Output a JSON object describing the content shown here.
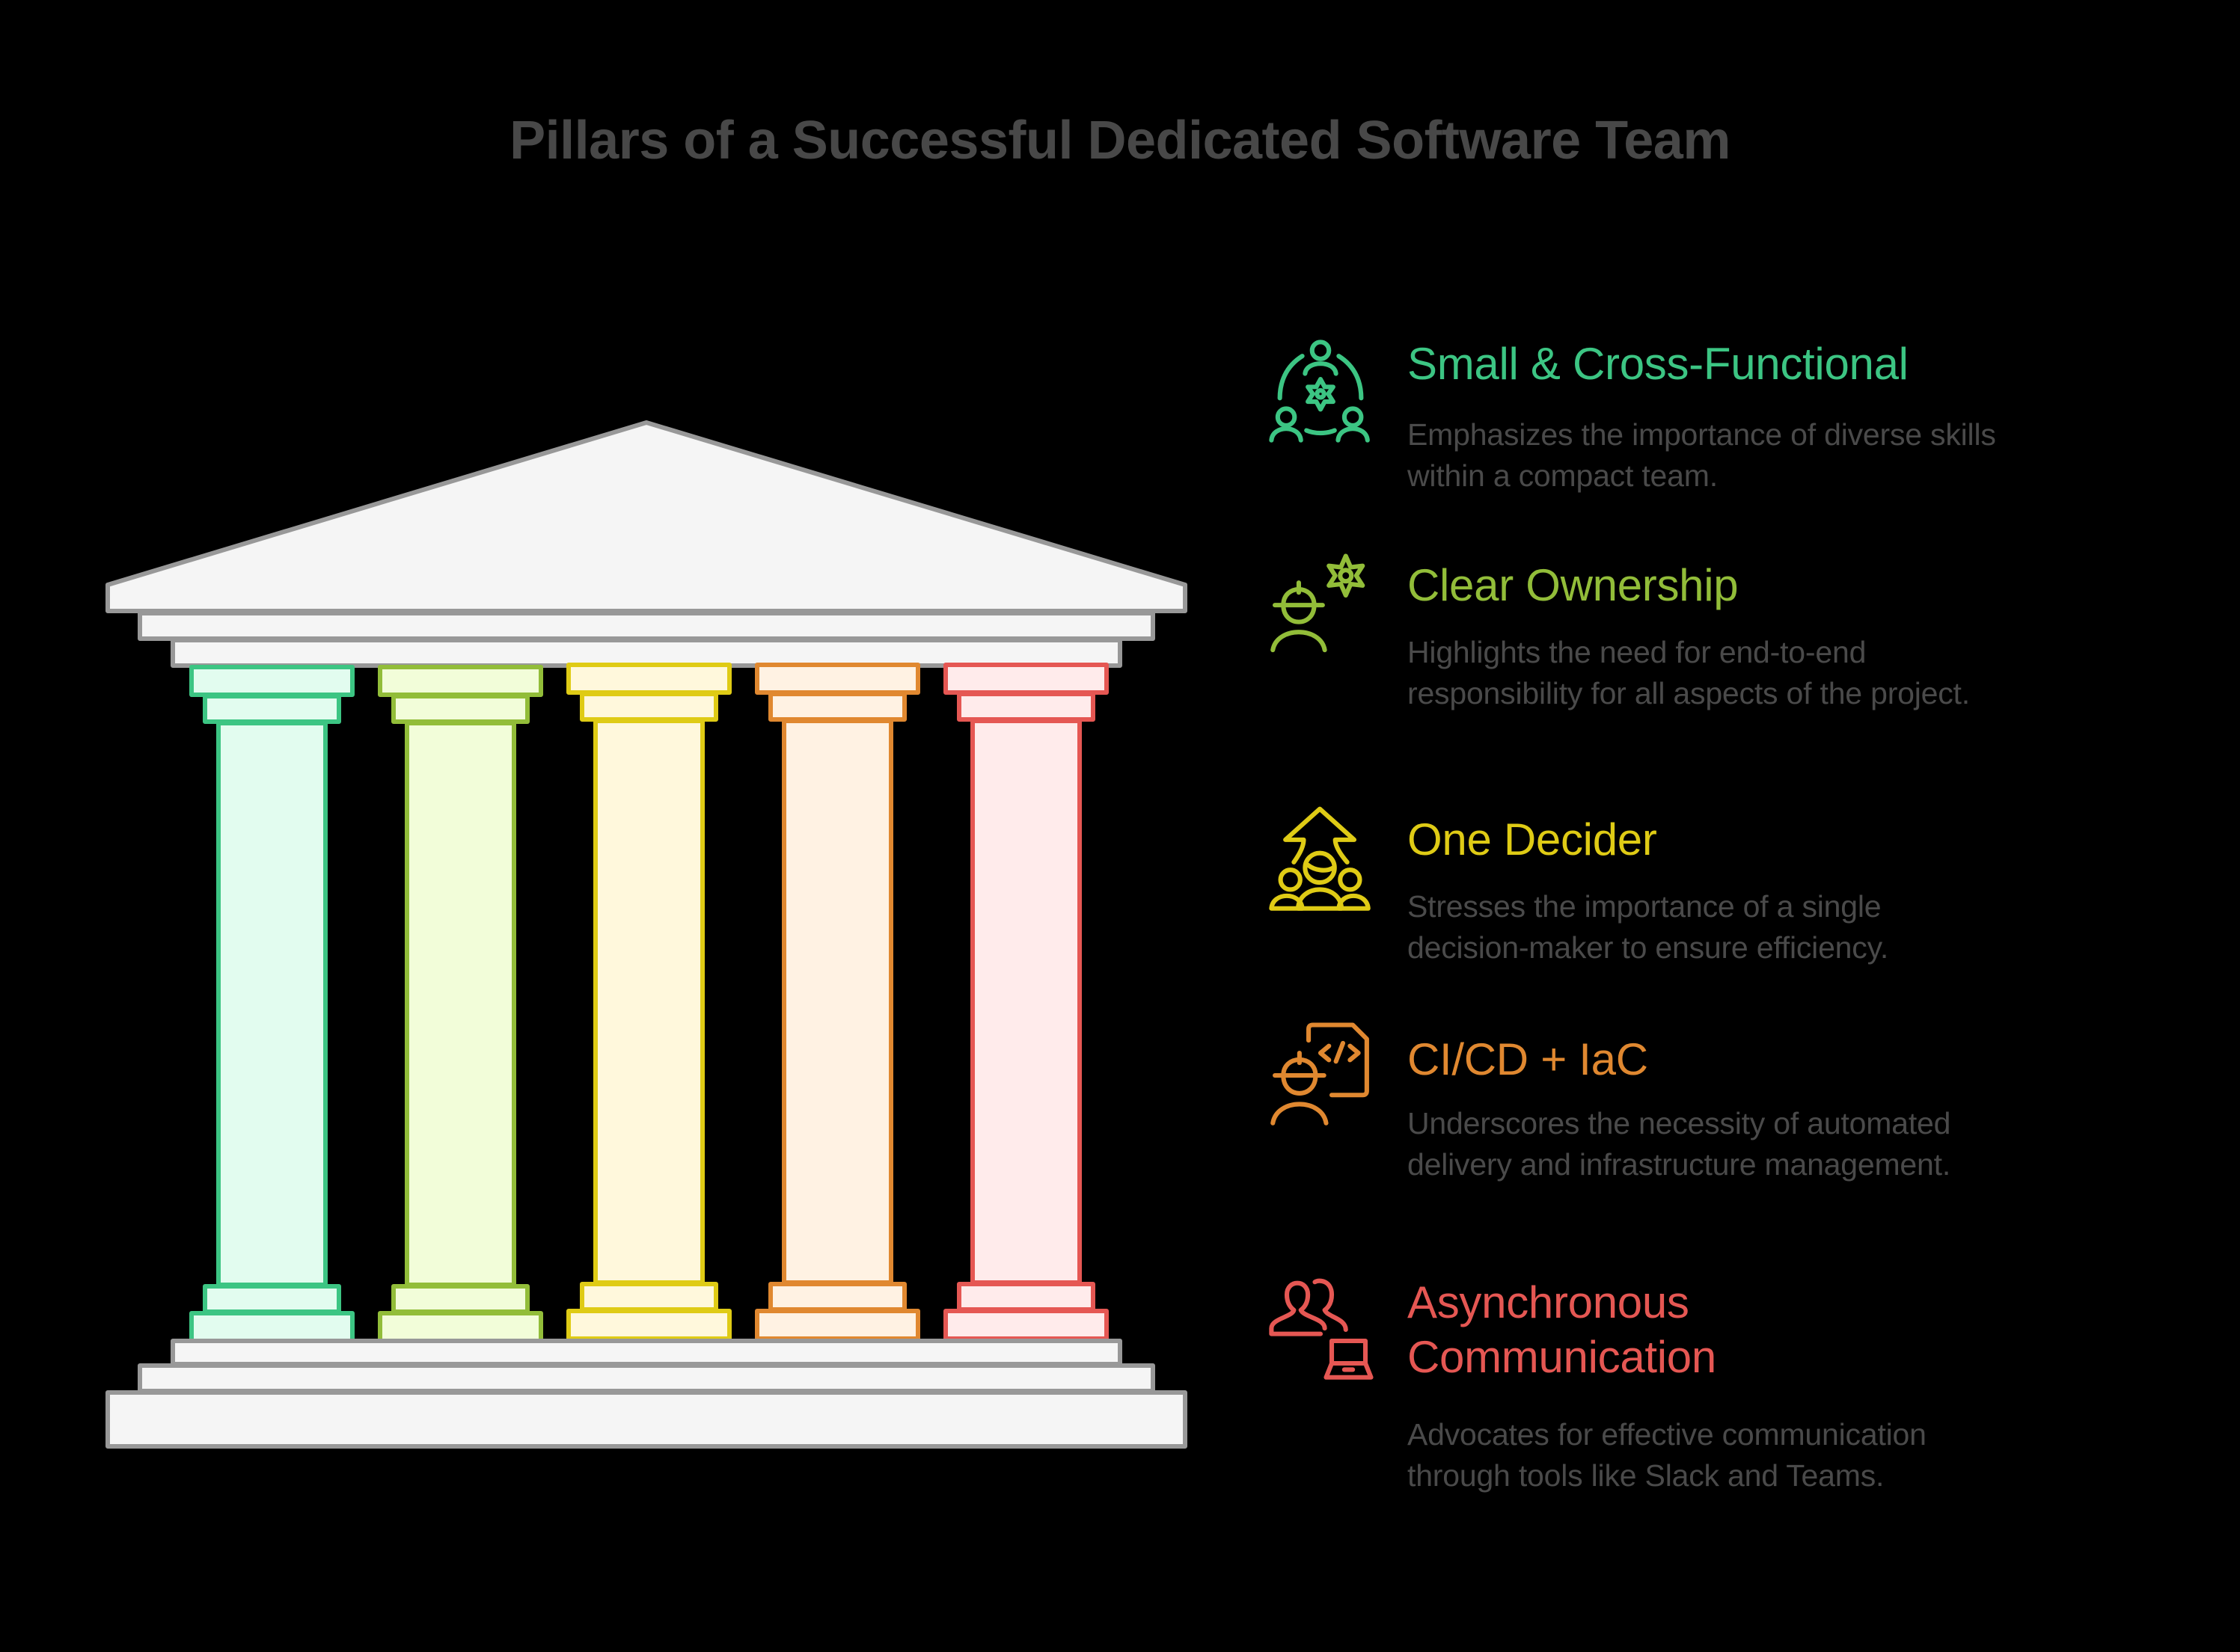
{
  "title": {
    "text": "Pillars of a Successful Dedicated Software Team",
    "color": "#484848"
  },
  "temple": {
    "stroke": "#989898",
    "fill": "#f5f5f5",
    "pillars": [
      {
        "name": "Small & Cross-Functional",
        "stroke": "#3cc583",
        "fill": "#e2fcef"
      },
      {
        "name": "Clear Ownership",
        "stroke": "#92bd39",
        "fill": "#f2fdd9"
      },
      {
        "name": "One Decider",
        "stroke": "#dfcb15",
        "fill": "#fff8dc"
      },
      {
        "name": "CI/CD + IaC",
        "stroke": "#e08830",
        "fill": "#fff2e3"
      },
      {
        "name": "Asynchronous Communication",
        "stroke": "#e55753",
        "fill": "#ffebeb"
      }
    ]
  },
  "items": [
    {
      "icon": "team-gear-icon",
      "heading": "Small & Cross-Functional",
      "description": "Emphasizes the importance of diverse skills within a compact team.",
      "color": "#3cc583"
    },
    {
      "icon": "engineer-gear-icon",
      "heading": "Clear Ownership",
      "description": "Highlights the need for end-to-end responsibility for all aspects of the project.",
      "color": "#92bd39"
    },
    {
      "icon": "leader-arrow-icon",
      "heading": "One Decider",
      "description": "Stresses the importance of a single decision-maker to ensure efficiency.",
      "color": "#dfcb15"
    },
    {
      "icon": "engineer-code-icon",
      "heading": "CI/CD + IaC",
      "description": "Underscores the necessity of automated delivery and infrastructure management.",
      "color": "#e08830"
    },
    {
      "icon": "users-laptop-icon",
      "heading": "Asynchronous Communication",
      "description": "Advocates for effective communication through tools like Slack and Teams.",
      "color": "#e55753"
    }
  ],
  "body_text_color": "#4a4a4a"
}
